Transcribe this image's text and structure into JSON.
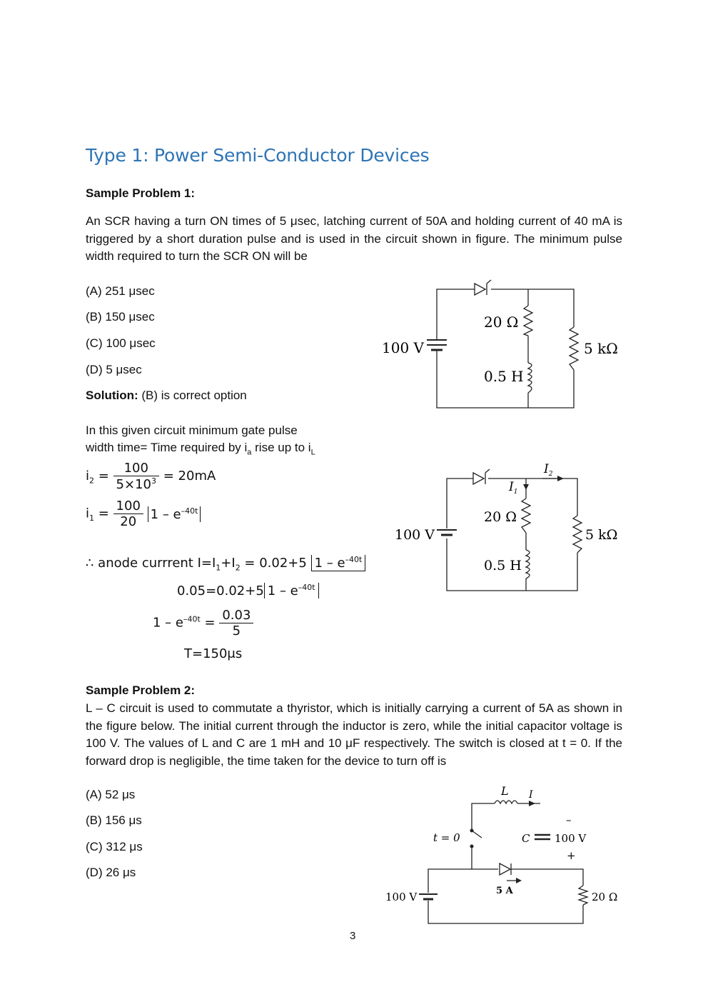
{
  "heading": "Type 1: Power Semi-Conductor Devices",
  "problem1": {
    "title": "Sample Problem 1:",
    "text": "An SCR having a turn ON times of 5 μsec, latching current of 50A and holding current of 40 mA is triggered by a short duration pulse and is used in the circuit shown in figure. The minimum pulse width required to turn the SCR ON will be",
    "options": [
      "(A) 251 μsec",
      "(B) 150 μsec",
      "(C) 100 μsec",
      "(D) 5 μsec"
    ],
    "solution_label": "Solution:",
    "solution_text": " (B) is correct option",
    "explain_line1": "In this given circuit minimum gate pulse",
    "explain_line2": "width time= Time required by i",
    "explain_sub_a": "a",
    "explain_mid": " rise up to i",
    "explain_sub_l": "L",
    "fig1": {
      "voltage": "100 V",
      "r1": "20 Ω",
      "inductor": "0.5 H",
      "r2": "5 kΩ"
    },
    "fig2": {
      "voltage": "100 V",
      "r1": "20 Ω",
      "inductor": "0.5 H",
      "r2": "5 kΩ",
      "i1": "I",
      "i1_sub": "1",
      "i2": "I",
      "i2_sub": "2"
    },
    "eq": {
      "i2_lhs": "i",
      "i2_sub": "2",
      "i2_num": "100",
      "i2_den": "5×10",
      "i2_den_sup": "3",
      "i2_rhs": "= 20mA",
      "i1_lhs": "i",
      "i1_sub": "1",
      "i1_num": "100",
      "i1_den": "20",
      "i1_bracket": "1 – e",
      "i1_bracket_sup": "–40t",
      "anode_prefix": "∴  anode currrent I=I",
      "anode_sub1": "1",
      "anode_plus": "+I",
      "anode_sub2": "2",
      "anode_eq": " = 0.02+5",
      "anode_bracket": "1 – e",
      "anode_bracket_sup": "–40t",
      "line2_prefix": "0.05=0.02+5",
      "line2_bracket": "1 – e",
      "line2_bracket_sup": "–40t",
      "line3_lhs": "1 – e",
      "line3_lhs_sup": "–40t",
      "line3_eq": " = ",
      "line3_num": "0.03",
      "line3_den": "5",
      "line4": "T=150μs"
    }
  },
  "problem2": {
    "title": "Sample Problem 2:",
    "text": " L – C circuit is used to commutate a thyristor, which is initially carrying a current of 5A as shown in the figure below. The initial current through the inductor is zero, while the initial capacitor voltage is 100 V. The values of L and C are  1 mH and 10 μF respectively. The switch is closed at t = 0. If the forward drop is negligible, the time taken for the device to turn off is",
    "options": [
      "(A) 52 μs",
      "(B) 156 μs",
      "(C) 312 μs",
      "(D) 26 μs"
    ],
    "fig3": {
      "inductor": "L",
      "current": "I",
      "switch": "t = 0",
      "capacitor": "C",
      "cap_voltage": "100 V",
      "minus": "–",
      "plus": "+",
      "source": "100 V",
      "thyristor_current": "5 A",
      "resistor": "20 Ω"
    }
  },
  "page_number": "3"
}
